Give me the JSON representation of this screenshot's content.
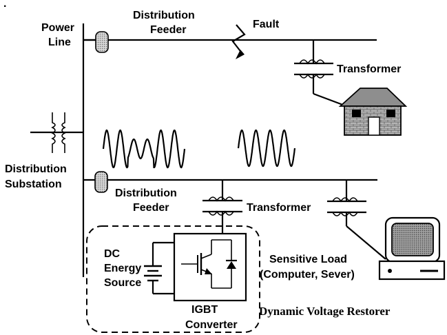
{
  "labels": {
    "power_line_1": "Power",
    "power_line_2": "Line",
    "feeder_top_1": "Distribution",
    "feeder_top_2": "Feeder",
    "fault": "Fault",
    "transformer_top": "Transformer",
    "substation_1": "Distribution",
    "substation_2": "Substation",
    "feeder_bottom_1": "Distribution",
    "feeder_bottom_2": "Feeder",
    "transformer_bottom": "Transformer",
    "dc_1": "DC",
    "dc_2": "Energy",
    "dc_3": "Source",
    "igbt_1": "IGBT",
    "igbt_2": "Converter",
    "load_1": "Sensitive Load",
    "load_2": "(Computer, Sever)",
    "dvr": "Dynamic Voltage Restorer",
    "corner_mark": "."
  },
  "icons": {
    "house": "house-icon",
    "computer": "computer-monitor-icon",
    "fault": "lightning-bolt-icon",
    "breaker": "circuit-breaker-icon",
    "transformer": "transformer-icon",
    "battery": "battery-icon",
    "igbt": "igbt-switch-icon",
    "diode": "diode-icon"
  },
  "colors": {
    "line": "#000000",
    "house_wall": "#b5b5b5",
    "breaker_fill": "#cfcfcf",
    "screen": "#8a8a8a"
  }
}
